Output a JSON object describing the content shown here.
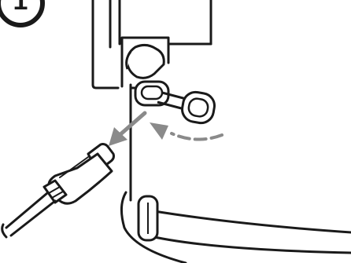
{
  "step": {
    "number": "1"
  },
  "colors": {
    "line": "#1a1a1a",
    "arrow_solid": "#8a8a8a",
    "arrow_dashed": "#8a8a8a",
    "background": "#ffffff"
  },
  "icons": {
    "step_badge": "step-number-circle",
    "remove_arrow": "arrow-down-left",
    "rotate_arrow": "curved-dashed-arrow-left",
    "cable": "usb-c-cable"
  }
}
